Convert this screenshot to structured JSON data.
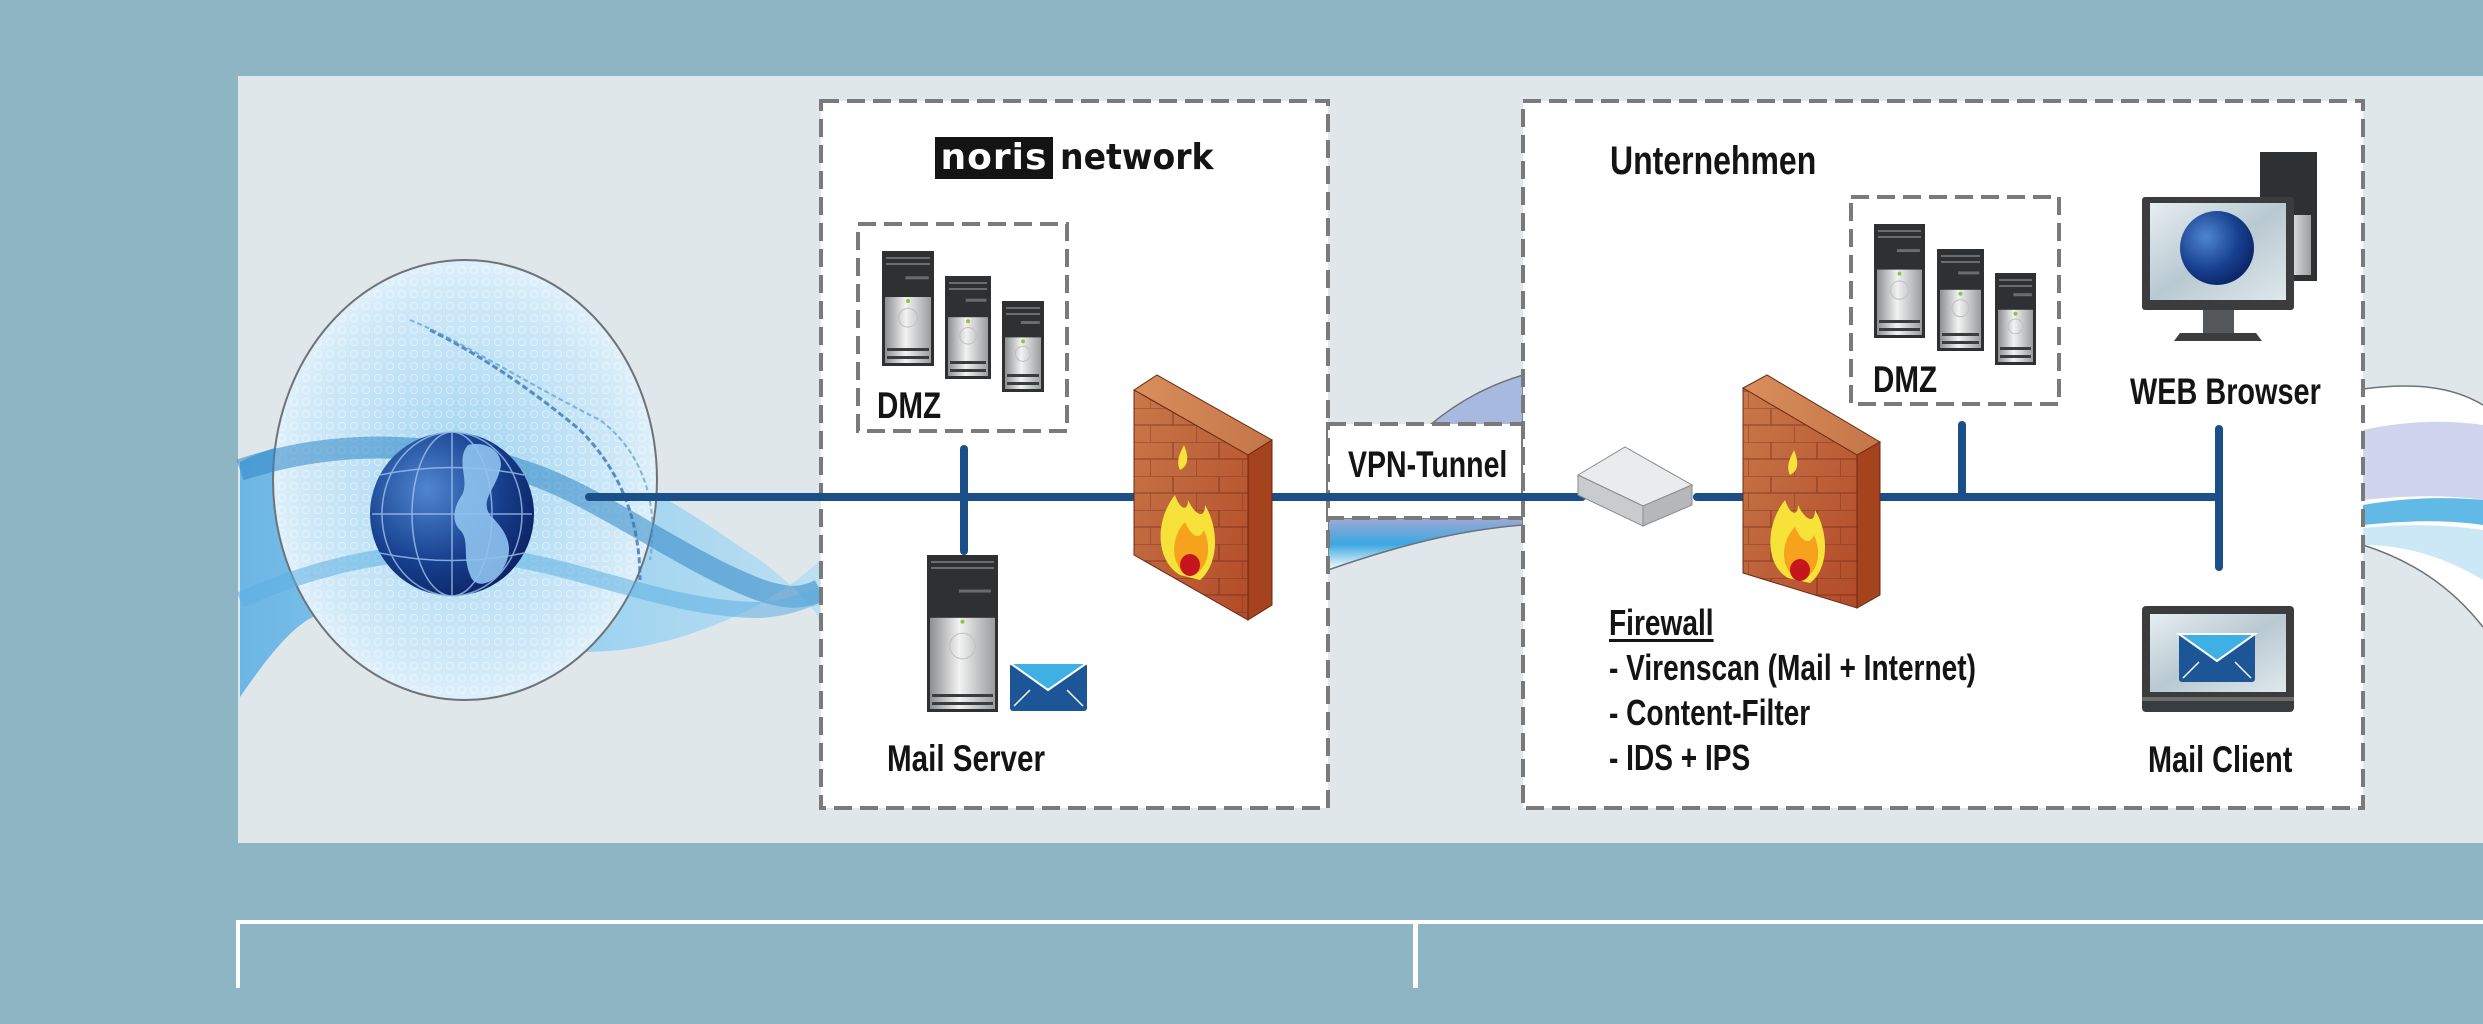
{
  "colors": {
    "outer_background": "#8db5c3",
    "panel_background": "#dfe7eb",
    "network_line": "#1b4f88",
    "dashed_border": "#7a7a7a",
    "text": "#141414"
  },
  "provider": {
    "logo_badge": "noris",
    "logo_word": "network",
    "dmz_label": "DMZ",
    "mail_server_label": "Mail Server"
  },
  "tunnel": {
    "label": "VPN-Tunnel"
  },
  "company": {
    "title": "Unternehmen",
    "dmz_label": "DMZ",
    "web_browser_label": "WEB Browser",
    "mail_client_label": "Mail Client",
    "firewall": {
      "title": "Firewall",
      "features": [
        "- Virenscan (Mail + Internet)",
        "- Content-Filter",
        "- IDS + IPS"
      ]
    }
  },
  "icons": {
    "internet": "globe-icon",
    "servers": "server-tower-icon",
    "firewall": "brick-firewall-icon",
    "router": "router-box-icon",
    "mail": "envelope-icon",
    "workstation": "monitor-icon",
    "laptop": "laptop-icon"
  }
}
